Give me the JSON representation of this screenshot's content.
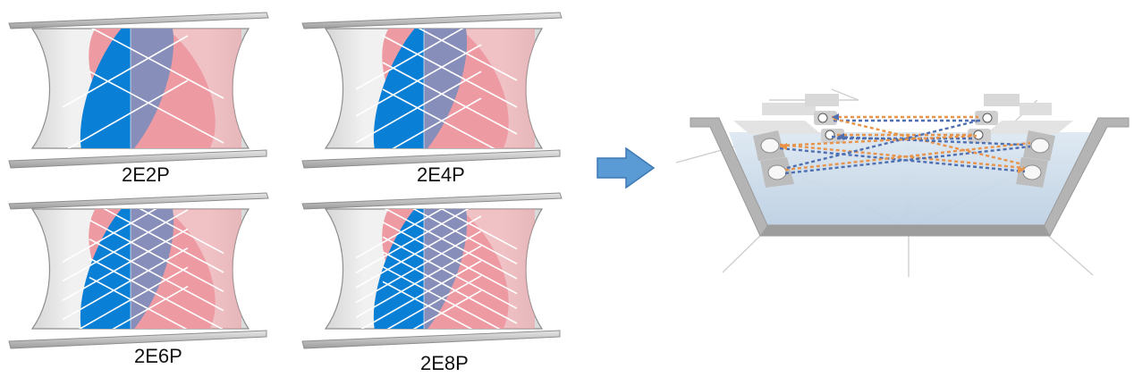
{
  "panels": [
    {
      "label": "2E2P",
      "chords": 2
    },
    {
      "label": "2E4P",
      "chords": 4
    },
    {
      "label": "2E6P",
      "chords": 6
    },
    {
      "label": "2E8P",
      "chords": 8
    }
  ],
  "colors": {
    "blue_ellipse": "#0a7fd6",
    "pink_ellipse": "#ee9aa3",
    "pipe_light": "#ececec",
    "pipe_dark": "#a9a9a9",
    "arrow_fill": "#5b9bd5",
    "arrow_stroke": "#3d78b3",
    "water": "#c8daea",
    "beam_orange": "#e8944a",
    "beam_blue": "#4f6fb0"
  },
  "icons": [
    "right-arrow-icon",
    "transducer-icon"
  ]
}
